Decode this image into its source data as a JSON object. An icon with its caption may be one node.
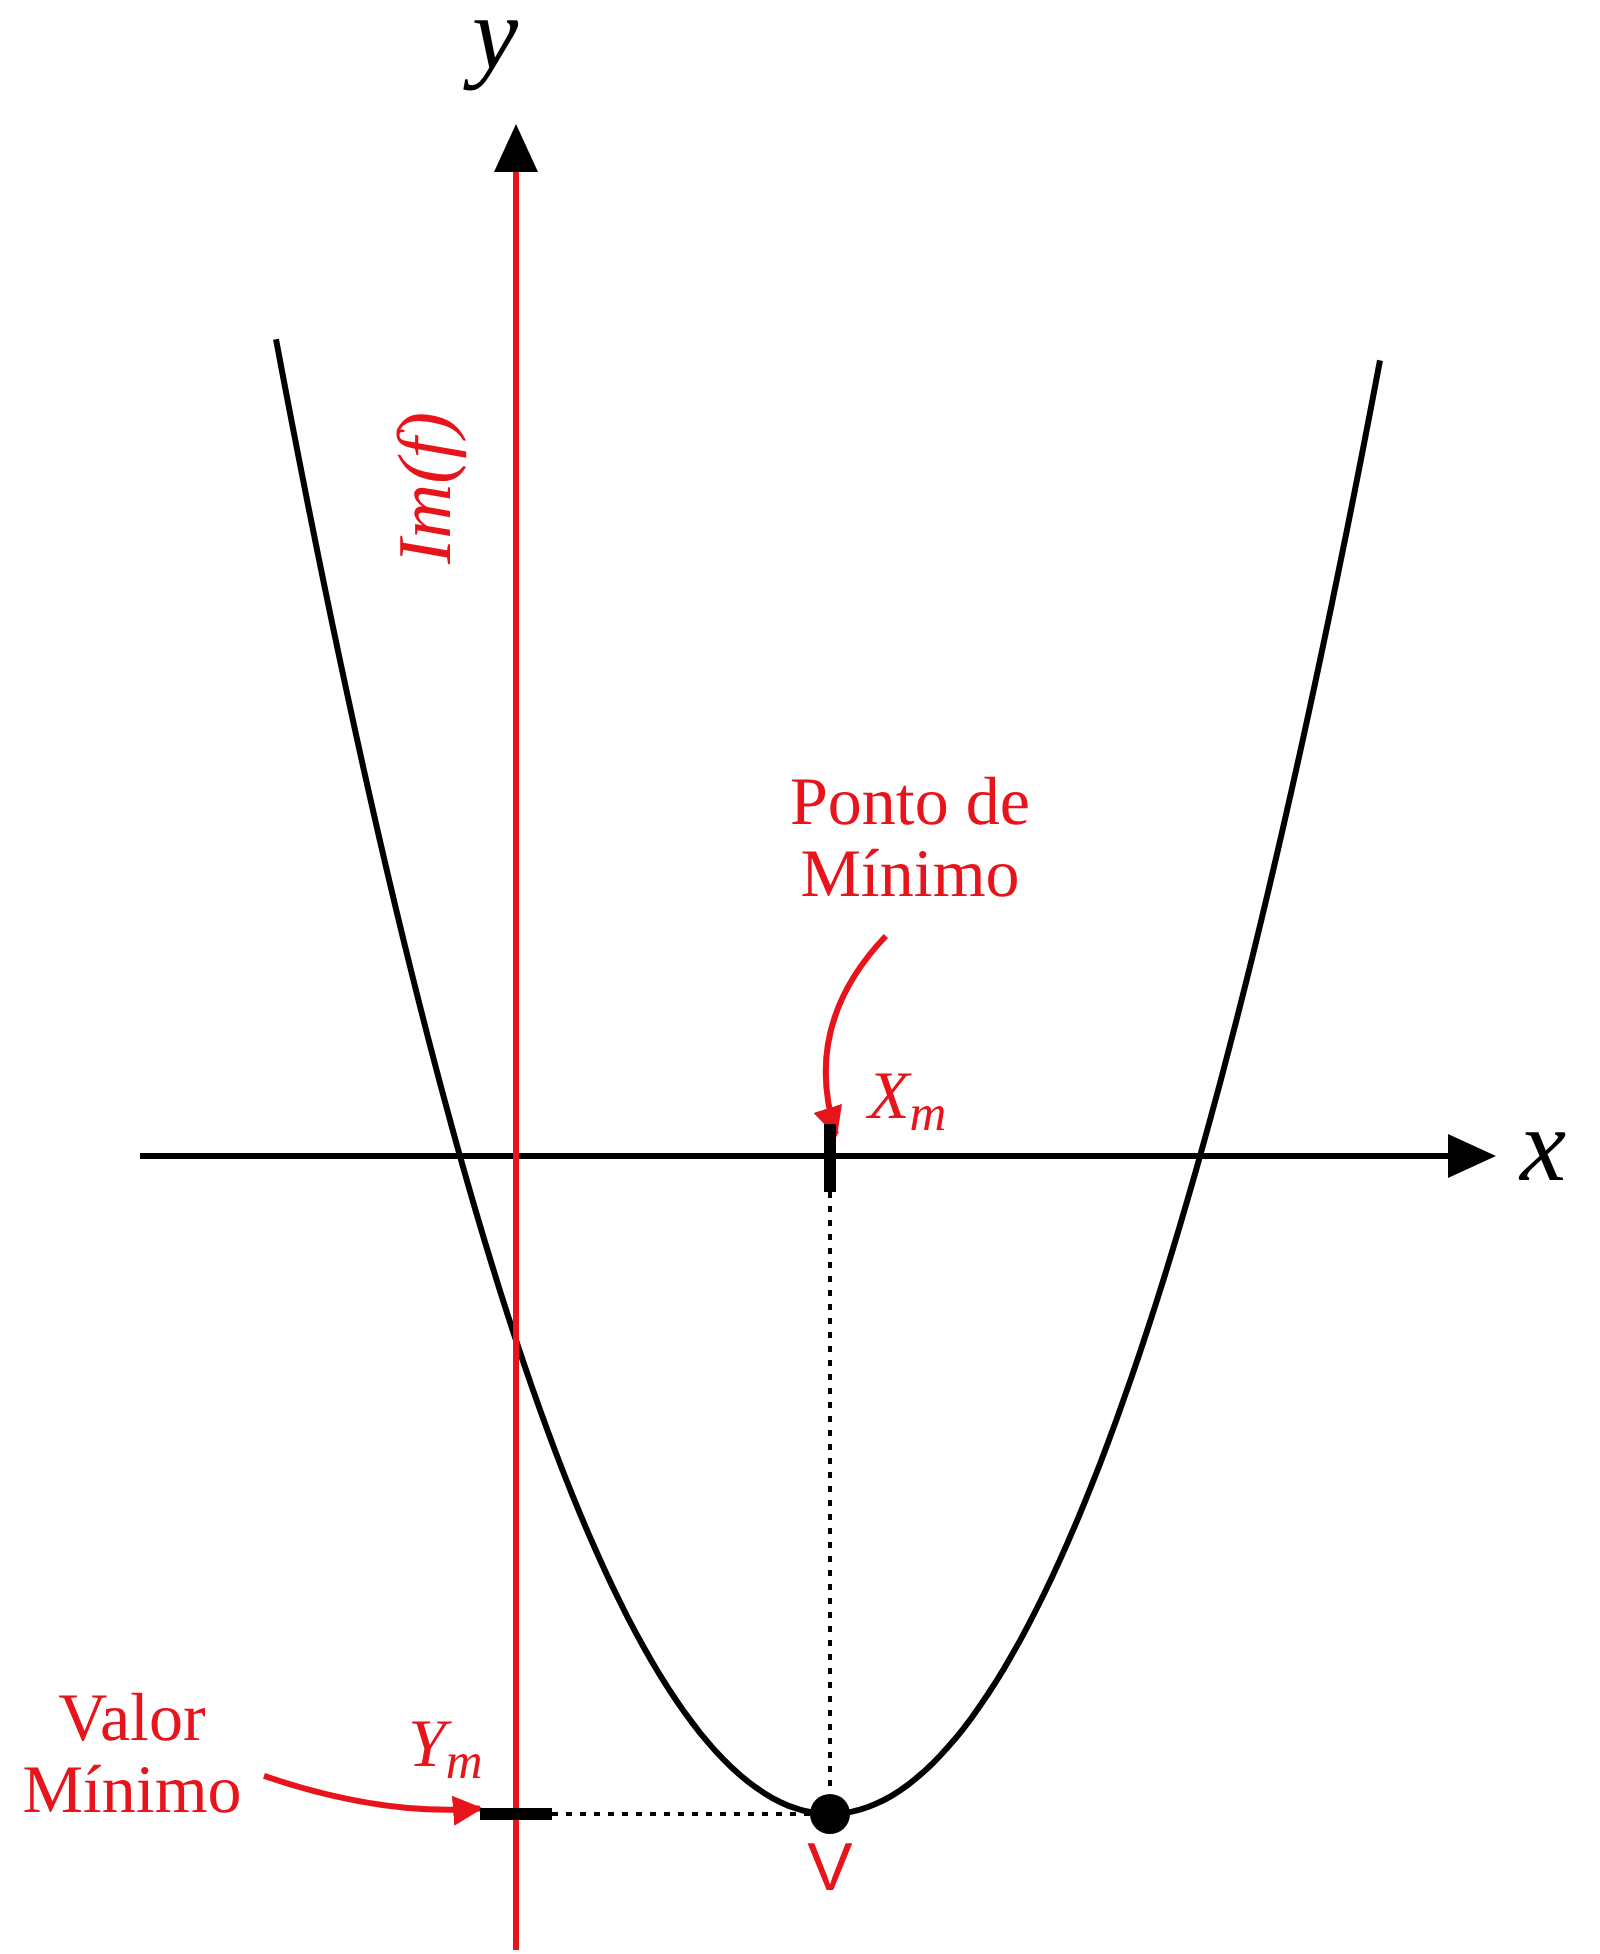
{
  "diagram": {
    "nodes": [
      {
        "text": [
          "Ponto de Mínimo"
        ]
      },
      {
        "text": [],
        "shape": "bar"
      },
      {
        "text": [
          "Valor Mínimo"
        ]
      },
      {
        "text": [],
        "shape": "bar"
      },
      {
        "text": [],
        "shape": "circle",
        "beside": [
          "V"
        ]
      }
    ],
    "edges": [
      {
        "from": 0,
        "to": 1,
        "arrow": "to",
        "color": "#e8141b"
      },
      {
        "from": 2,
        "to": 3,
        "arrow": "to",
        "color": "#e8141b"
      },
      {
        "from": 1,
        "to": 4,
        "arrow": "none",
        "style": "dashed",
        "color": "#000000"
      },
      {
        "from": 3,
        "to": 4,
        "arrow": "none",
        "style": "dashed",
        "color": "#000000"
      }
    ],
    "labels": [
      "y",
      "Im(f)",
      "X$_{m}$",
      "x",
      "Y$_{m}$"
    ]
  }
}
